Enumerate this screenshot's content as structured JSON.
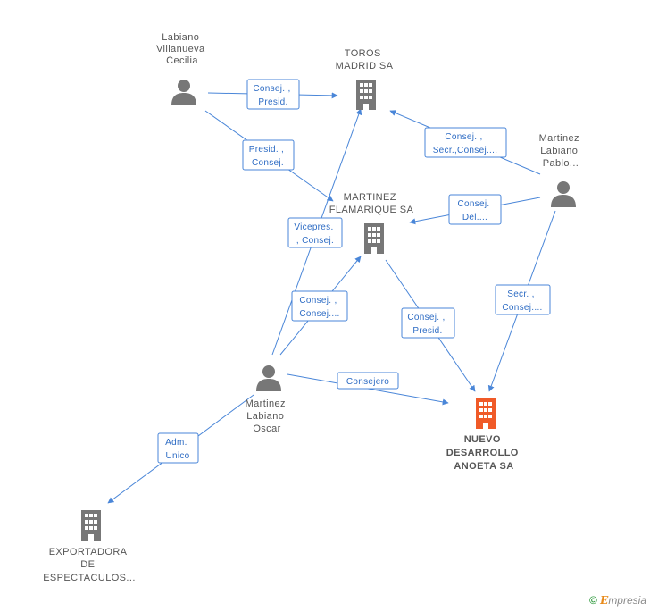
{
  "nodes": {
    "labiano_villanueva": {
      "label": [
        "Labiano",
        "Villanueva",
        "Cecilia"
      ],
      "type": "person"
    },
    "toros_madrid": {
      "label": [
        "TOROS",
        "MADRID SA"
      ],
      "type": "company"
    },
    "martinez_labiano_pablo": {
      "label": [
        "Martinez",
        "Labiano",
        "Pablo..."
      ],
      "type": "person"
    },
    "martinez_flamarique": {
      "label": [
        "MARTINEZ",
        "FLAMARIQUE SA"
      ],
      "type": "company"
    },
    "martinez_labiano_oscar": {
      "label": [
        "Martinez",
        "Labiano",
        "Oscar"
      ],
      "type": "person"
    },
    "nuevo_desarrollo": {
      "label": [
        "NUEVO",
        "DESARROLLO",
        "ANOETA SA"
      ],
      "type": "company-focus"
    },
    "exportadora": {
      "label": [
        "EXPORTADORA",
        "DE",
        "ESPECTACULOS..."
      ],
      "type": "company"
    }
  },
  "edges": [
    {
      "id": "e1",
      "label": [
        "Consej. ,",
        "Presid."
      ]
    },
    {
      "id": "e2",
      "label": [
        "Presid. ,",
        "Consej."
      ]
    },
    {
      "id": "e3",
      "label": [
        "Consej. ,",
        "Secr.,Consej...."
      ]
    },
    {
      "id": "e4",
      "label": [
        "Consej.",
        "Del...."
      ]
    },
    {
      "id": "e5",
      "label": [
        "Vicepres.",
        ", Consej."
      ]
    },
    {
      "id": "e6",
      "label": [
        "Consej. ,",
        "Consej...."
      ]
    },
    {
      "id": "e7",
      "label": [
        "Secr. ,",
        "Consej...."
      ]
    },
    {
      "id": "e8",
      "label": [
        "Consej. ,",
        "Presid."
      ]
    },
    {
      "id": "e9",
      "label": [
        "Consejero"
      ]
    },
    {
      "id": "e10",
      "label": [
        "Adm.",
        "Unico"
      ]
    }
  ],
  "colors": {
    "edge": "#4a86d8",
    "node_icon": "#777777",
    "focus_icon": "#f05a28"
  },
  "watermark": {
    "copyright": "©",
    "brand_initial": "E",
    "brand_rest": "mpresia"
  }
}
